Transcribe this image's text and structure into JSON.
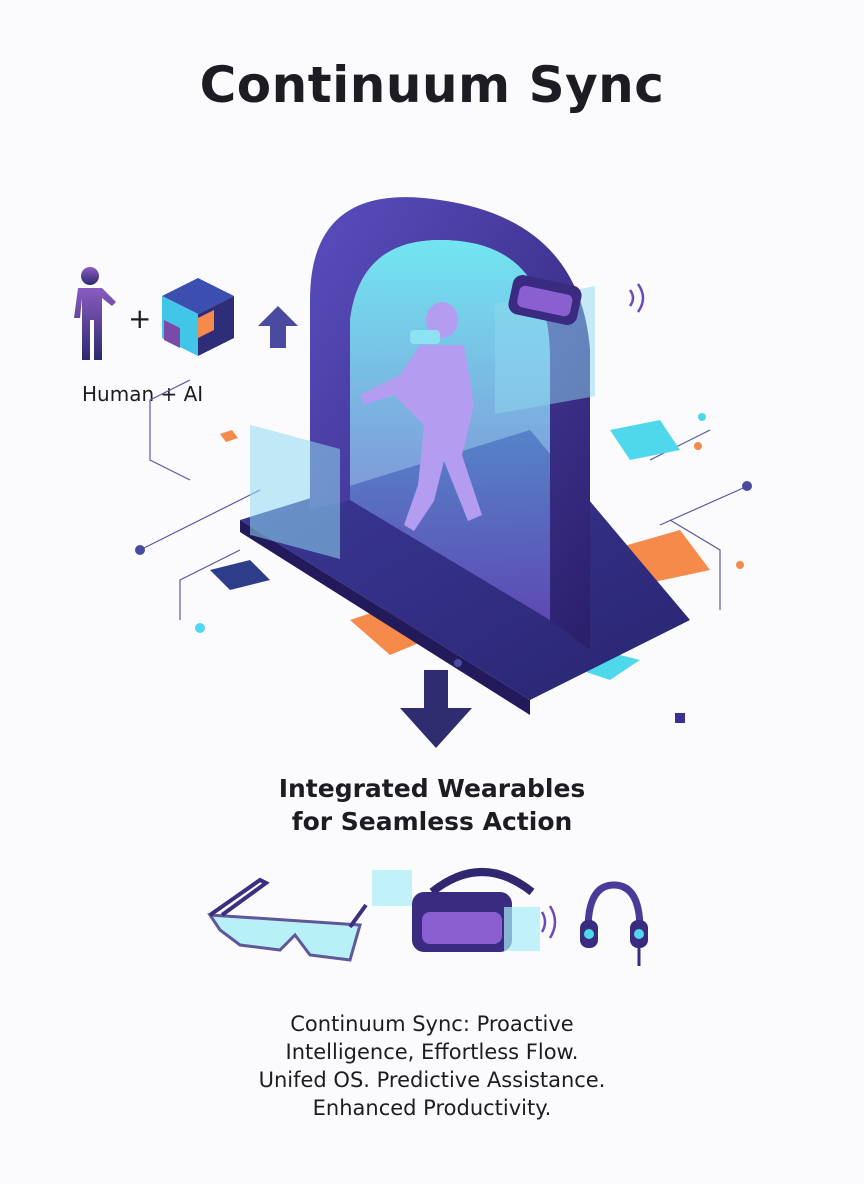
{
  "title": "Continuum Sync",
  "human_ai": {
    "label": "Human + AI",
    "plus": "+"
  },
  "subtitle": {
    "line1": "Integrated Wearables",
    "line2": "for Seamless Action"
  },
  "description": [
    "Continuum Sync: Proactive",
    "Intelligence, Effortless Flow.",
    "Unifed OS. Predictive Assistance.",
    "Enhanced Productivity."
  ],
  "colors": {
    "purple": "#4b3a9a",
    "dark_navy": "#2d2a6b",
    "cyan": "#4fd8ec",
    "orange": "#f58a4b",
    "violet": "#8e6ad8"
  },
  "icons": [
    "human-icon",
    "ai-cube-icon",
    "arrow-up-icon",
    "arrow-down-icon",
    "vr-headset-icon",
    "glasses-icon",
    "headphones-icon",
    "wireless-signal-icon"
  ]
}
